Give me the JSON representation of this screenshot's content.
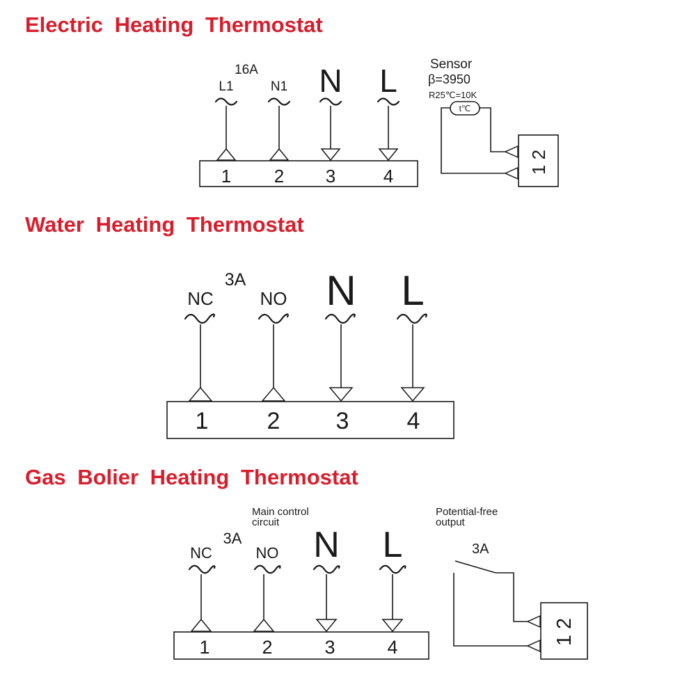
{
  "sections": {
    "electric": {
      "title": "Electric Heating Thermostat",
      "rating": "16A",
      "labels": [
        "L1",
        "N1",
        "N",
        "L"
      ],
      "terminals": [
        "1",
        "2",
        "3",
        "4"
      ],
      "sensor": {
        "title": "Sensor",
        "beta": "β=3950",
        "resistance": "R25℃=10K",
        "element": "t℃",
        "terminals": "1 2"
      }
    },
    "water": {
      "title": "Water Heating Thermostat",
      "rating": "3A",
      "labels": [
        "NC",
        "NO",
        "N",
        "L"
      ],
      "terminals": [
        "1",
        "2",
        "3",
        "4"
      ]
    },
    "gas": {
      "title": "Gas Bolier Heating Thermostat",
      "main_label_1": "Main control",
      "main_label_2": "circuit",
      "rating": "3A",
      "labels": [
        "NC",
        "NO",
        "N",
        "L"
      ],
      "terminals": [
        "1",
        "2",
        "3",
        "4"
      ],
      "output": {
        "title_1": "Potential-free",
        "title_2": "output",
        "rating": "3A",
        "terminals": "1 2"
      }
    }
  },
  "colors": {
    "heading": "#d81e2c",
    "line": "#1a1a1a"
  }
}
